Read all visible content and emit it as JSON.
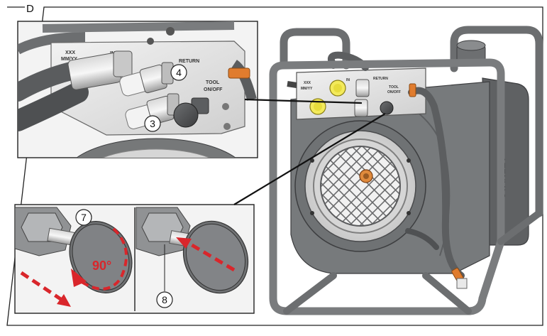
{
  "figure": {
    "section_letter": "D",
    "detail_top": {
      "panel_labels": [
        "XXX",
        "MM/YY",
        "IN",
        "RETURN",
        "TOOL",
        "ON/OFF"
      ],
      "callouts": [
        "4",
        "3"
      ]
    },
    "detail_bottom": {
      "callout_left": "7",
      "rotation_label": "90°",
      "callout_right": "8"
    },
    "unit": {
      "panel_labels": [
        "XXX",
        "MM/YY",
        "IN",
        "RETURN",
        "TOOL",
        "ON/OFF"
      ],
      "side_plate": "STANLEY"
    },
    "colors": {
      "arrow_red": "#d9262b",
      "fitting_yellow": "#f3ea5b",
      "hose_orange": "#e07c2e",
      "frame_gray": "#6c6e70",
      "body_gray": "#777a7c"
    }
  }
}
